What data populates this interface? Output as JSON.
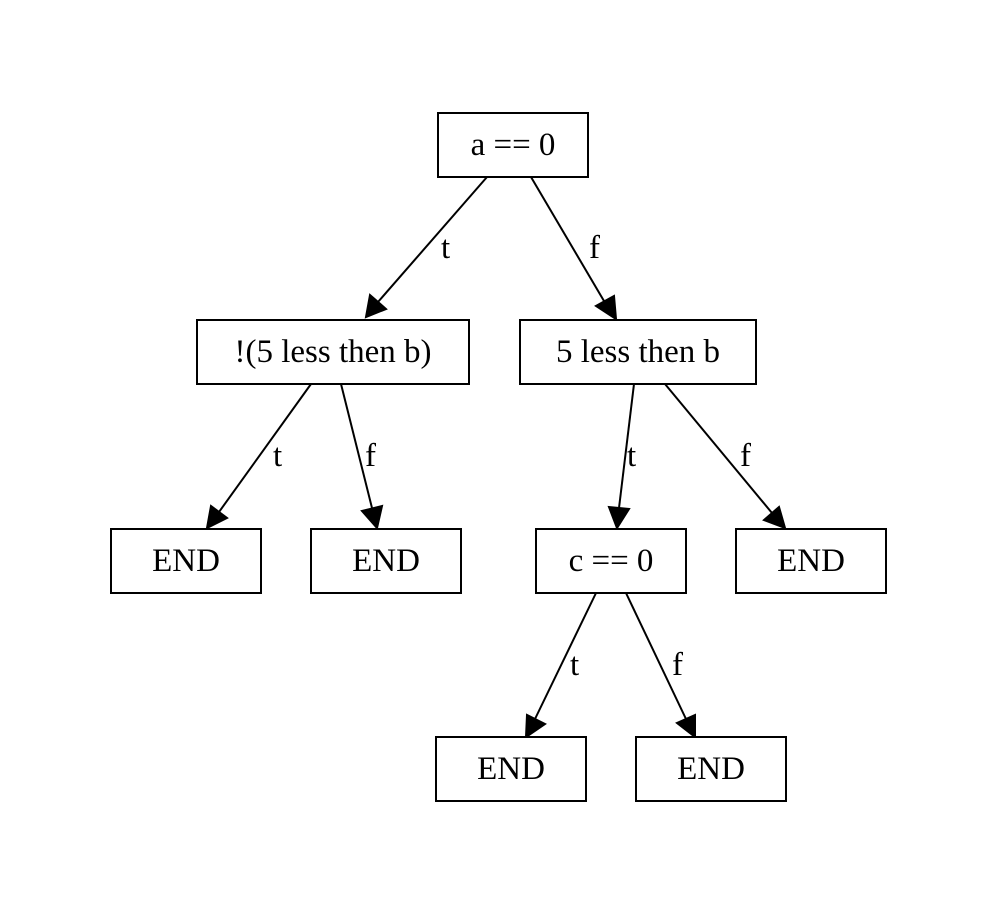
{
  "nodes": {
    "root": "a == 0",
    "not_less": "!(5 less then b)",
    "less": "5 less then b",
    "end1": "END",
    "end2": "END",
    "c_zero": "c == 0",
    "end3": "END",
    "end4": "END",
    "end5": "END"
  },
  "edges": {
    "root_not_less": "t",
    "root_less": "f",
    "not_less_end1": "t",
    "not_less_end2": "f",
    "less_c_zero": "t",
    "less_end3": "f",
    "c_zero_end4": "t",
    "c_zero_end5": "f"
  },
  "colors": {
    "stroke": "#000000",
    "background": "#ffffff"
  }
}
